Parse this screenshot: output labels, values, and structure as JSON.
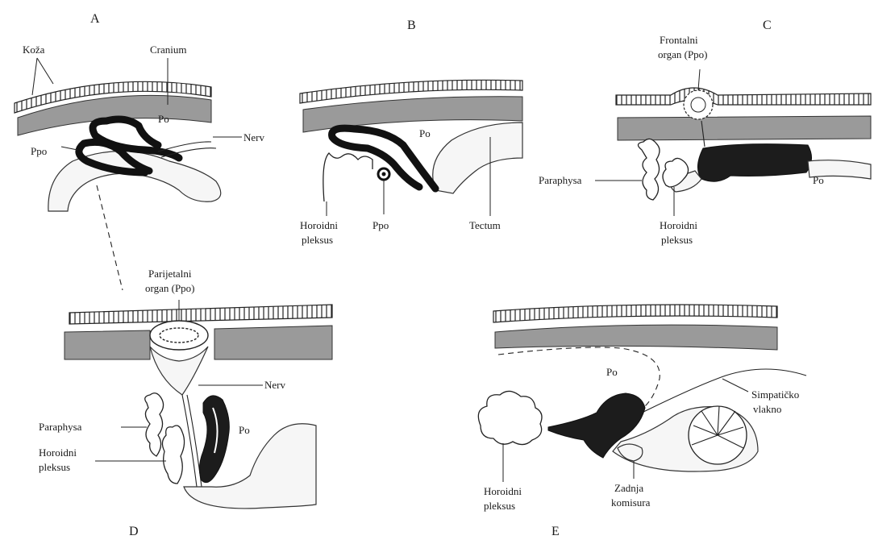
{
  "panels": {
    "A": {
      "letter": "A",
      "labels": {
        "skin": "Koža",
        "cranium": "Cranium",
        "po": "Po",
        "ppo": "Ppo",
        "nerve": "Nerv"
      }
    },
    "B": {
      "letter": "B",
      "labels": {
        "po": "Po",
        "plexus_line1": "Horoidni",
        "plexus_line2": "pleksus",
        "ppo": "Ppo",
        "tectum": "Tectum"
      }
    },
    "C": {
      "letter": "C",
      "labels": {
        "frontal_line1": "Frontalni",
        "frontal_line2": "organ (Ppo)",
        "paraphysa": "Paraphysa",
        "po": "Po",
        "plexus_line1": "Horoidni",
        "plexus_line2": "pleksus"
      }
    },
    "D": {
      "letter": "D",
      "labels": {
        "parietal_line1": "Parijetalni",
        "parietal_line2": "organ (Ppo)",
        "nerve": "Nerv",
        "paraphysa": "Paraphysa",
        "po": "Po",
        "plexus_line1": "Horoidni",
        "plexus_line2": "pleksus"
      }
    },
    "E": {
      "letter": "E",
      "labels": {
        "po": "Po",
        "sympathetic_line1": "Simpatičko",
        "sympathetic_line2": "vlakno",
        "plexus_line1": "Horoidni",
        "plexus_line2": "pleksus",
        "commissure_line1": "Zadnja",
        "commissure_line2": "komisura"
      }
    }
  }
}
